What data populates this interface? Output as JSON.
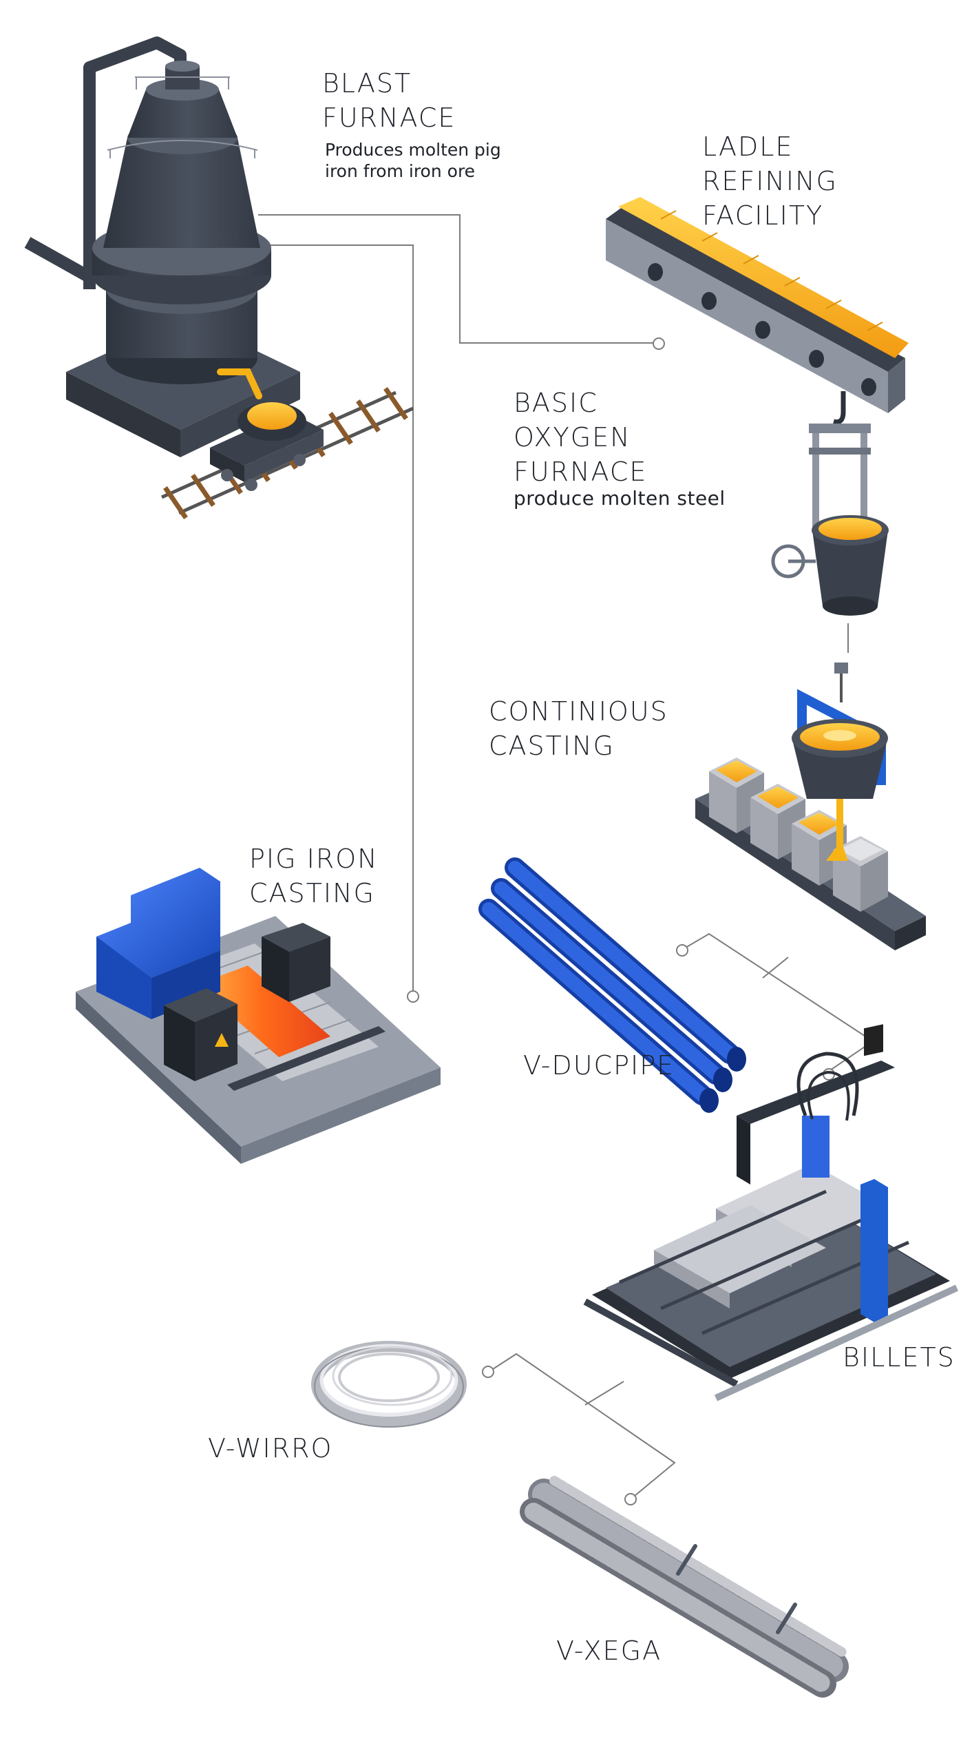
{
  "stations": {
    "blast_furnace": {
      "title_lines": [
        "BLAST",
        "FURNACE"
      ],
      "desc_lines": [
        "Produces molten pig",
        "iron from iron ore"
      ]
    },
    "ladle_refining": {
      "title_lines": [
        "LADLE",
        "REFINING",
        "FACILITY"
      ]
    },
    "basic_oxygen": {
      "title_lines": [
        "BASIC",
        "OXYGEN",
        "FURNACE"
      ],
      "desc_lines": [
        "produce molten steel"
      ]
    },
    "continuous_casting": {
      "title_lines": [
        "CONTINIOUS",
        "CASTING"
      ]
    },
    "pig_iron_casting": {
      "title_lines": [
        "PIG IRON",
        "CASTING"
      ]
    },
    "billets": {
      "title_lines": [
        "BILLETS"
      ]
    },
    "v_ducpipe": {
      "title_lines": [
        "V-DUCPIPE"
      ]
    },
    "v_wirro": {
      "title_lines": [
        "V-WIRRO"
      ]
    },
    "v_xega": {
      "title_lines": [
        "V-XEGA"
      ]
    }
  },
  "colors": {
    "steel_dark": "#3b414c",
    "steel_mid": "#4d5461",
    "steel_light": "#6a7280",
    "molten": "#f7b515",
    "molten_hot": "#ff6a1a",
    "machine_blue": "#1f5fd1",
    "connector": "#7a7a7a",
    "rail_wood": "#8a5a2b"
  }
}
